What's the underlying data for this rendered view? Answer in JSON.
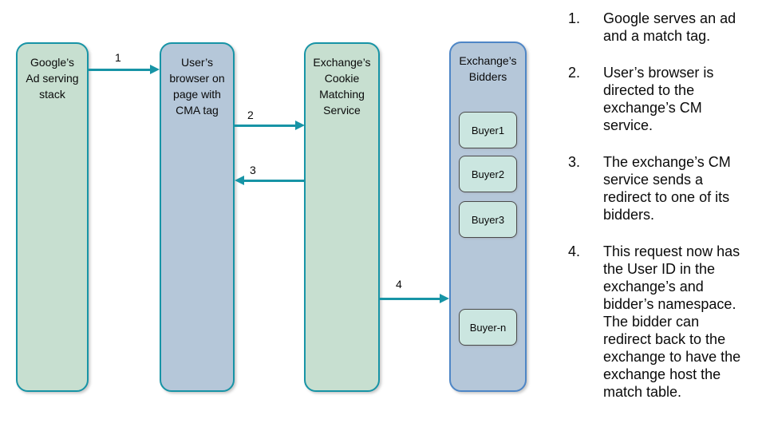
{
  "diagram": {
    "nodes": [
      {
        "label": "Google’s\nAd serving\nstack"
      },
      {
        "label": "User’s\nbrowser on\npage with\nCMA tag"
      },
      {
        "label": "Exchange’s\nCookie\nMatching\nService"
      },
      {
        "label": "Exchange’s\nBidders"
      }
    ],
    "buyers": [
      "Buyer1",
      "Buyer2",
      "Buyer3",
      "Buyer-n"
    ],
    "arrows": [
      {
        "label": "1"
      },
      {
        "label": "2"
      },
      {
        "label": "3"
      },
      {
        "label": "4"
      }
    ],
    "colors": {
      "green_fill": "#c7dfd0",
      "blue_fill": "#b5c7d9",
      "teal_border": "#1794a6",
      "blue_border": "#4e86c6",
      "buyer_fill": "#cbe6e0",
      "buyer_border": "#4a4a4a",
      "arrow": "#1794a6"
    }
  },
  "steps": [
    {
      "num": "1.",
      "text": "Google serves an ad\nand a match tag."
    },
    {
      "num": "2.",
      "text": "User’s browser is\ndirected to the\nexchange’s CM\nservice."
    },
    {
      "num": "3.",
      "text": "The exchange’s CM\nservice sends a\nredirect to one of its\nbidders."
    },
    {
      "num": "4.",
      "text": "This request now has\nthe User ID in the\nexchange’s and\nbidder’s namespace.\nThe bidder can\nredirect back to the\nexchange to have the\nexchange host the\nmatch table."
    }
  ]
}
